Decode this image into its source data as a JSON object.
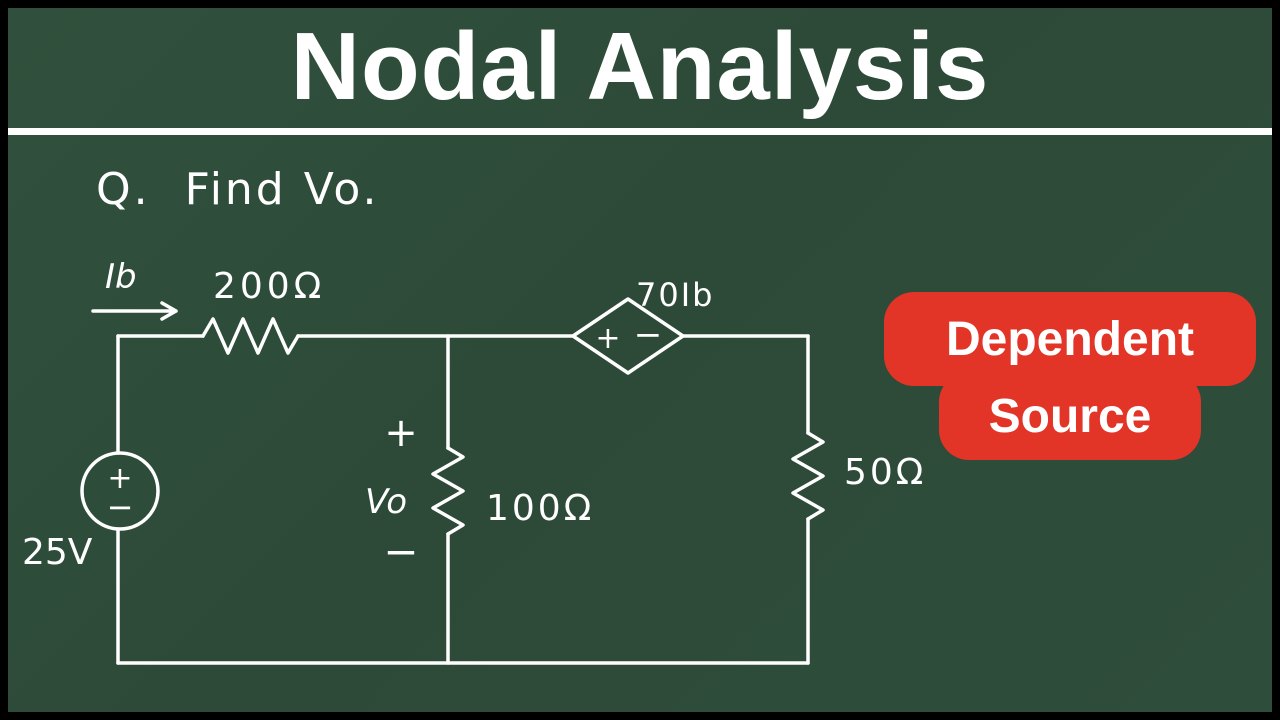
{
  "page": {
    "background": "#2d4a38",
    "frame_color": "#000000",
    "ink": "#ffffff",
    "badge_color": "#e23427"
  },
  "header": {
    "title": "Nodal Analysis"
  },
  "question": {
    "text": "Q.  Find Vo."
  },
  "badge": {
    "line1": "Dependent",
    "line2": "Source"
  },
  "circuit": {
    "labels": {
      "branch_current": "Ib",
      "resistor_top": "200Ω",
      "dependent_source": "70Ib",
      "voltage_source": "25V",
      "output_voltage": "Vo",
      "resistor_middle": "100Ω",
      "resistor_right": "50Ω",
      "plus": "+",
      "minus": "−"
    }
  }
}
